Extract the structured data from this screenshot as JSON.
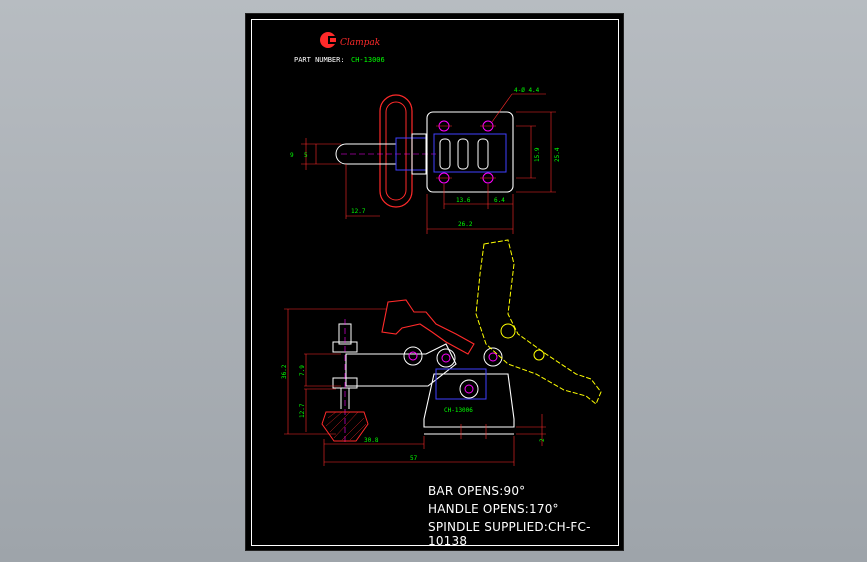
{
  "brand": {
    "name": "Clampak"
  },
  "part": {
    "label": "PART NUMBER:",
    "value": "CH-13006"
  },
  "notes": {
    "bar_opens": "BAR OPENS:90°",
    "handle_opens": "HANDLE OPENS:170°",
    "spindle": "SPINDLE SUPPLIED:CH-FC-10138"
  },
  "top_dims": {
    "hole": "4-Ø 4.4",
    "d9": "9",
    "d5": "5",
    "d12_7": "12.7",
    "d13_6": "13.6",
    "d6_4": "6.4",
    "d26_2": "26.2",
    "d15_9": "15.9",
    "d25_4": "25.4"
  },
  "side_dims": {
    "d36_2": "36.2",
    "d7_9": "7.9",
    "d12_7": "12.7",
    "d30_8": "30.8",
    "d57": "57",
    "d2": "2",
    "model": "CH-13006"
  },
  "colors": {
    "red": "#ff2a2a",
    "green": "#00ff00",
    "yellow": "#ffff00",
    "blue": "#4040ff",
    "magenta": "#ff00ff",
    "white": "#ffffff"
  }
}
